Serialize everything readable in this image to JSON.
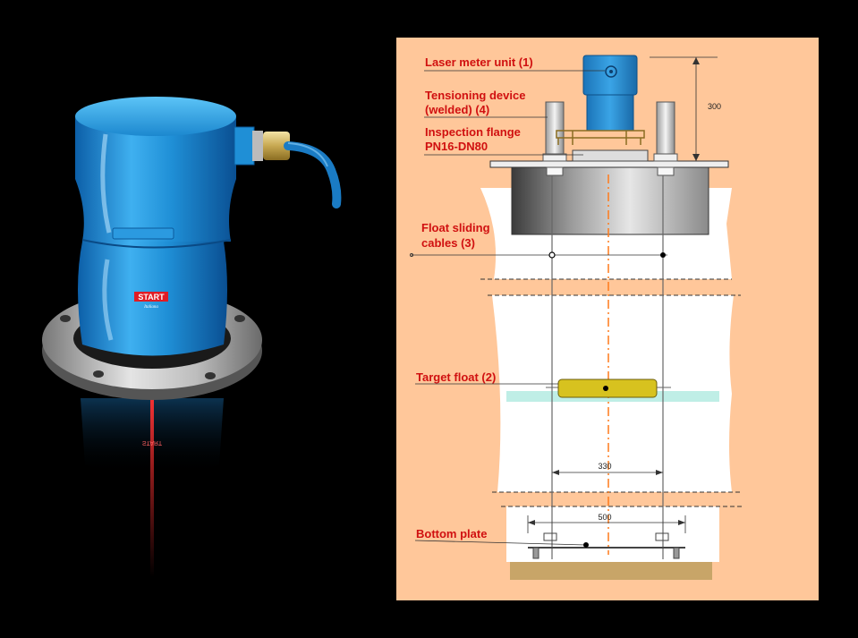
{
  "product": {
    "brand": "START",
    "brand_sub": "Italiana",
    "colors": {
      "housing": "#1f8fd6",
      "flange": "#c9c9c9",
      "laser": "#ff2a2a"
    }
  },
  "diagram": {
    "labels": {
      "laser_meter_unit": "Laser meter unit (1)",
      "tensioning_line1": "Tensioning device",
      "tensioning_line2": "(welded) (4)",
      "inspection_line1": "Inspection flange",
      "inspection_line2": "PN16-DN80",
      "float_cables_line1": "Float sliding",
      "float_cables_line2": "cables (3)",
      "target_float": "Target float (2)",
      "bottom_plate": "Bottom plate"
    },
    "dimensions": {
      "height": "300",
      "cable_spacing": "330",
      "plate_width": "500"
    },
    "colors": {
      "background": "#ffc79a",
      "label": "#d01010",
      "float": "#d7c21f",
      "unit": "#2a8ed4"
    }
  }
}
